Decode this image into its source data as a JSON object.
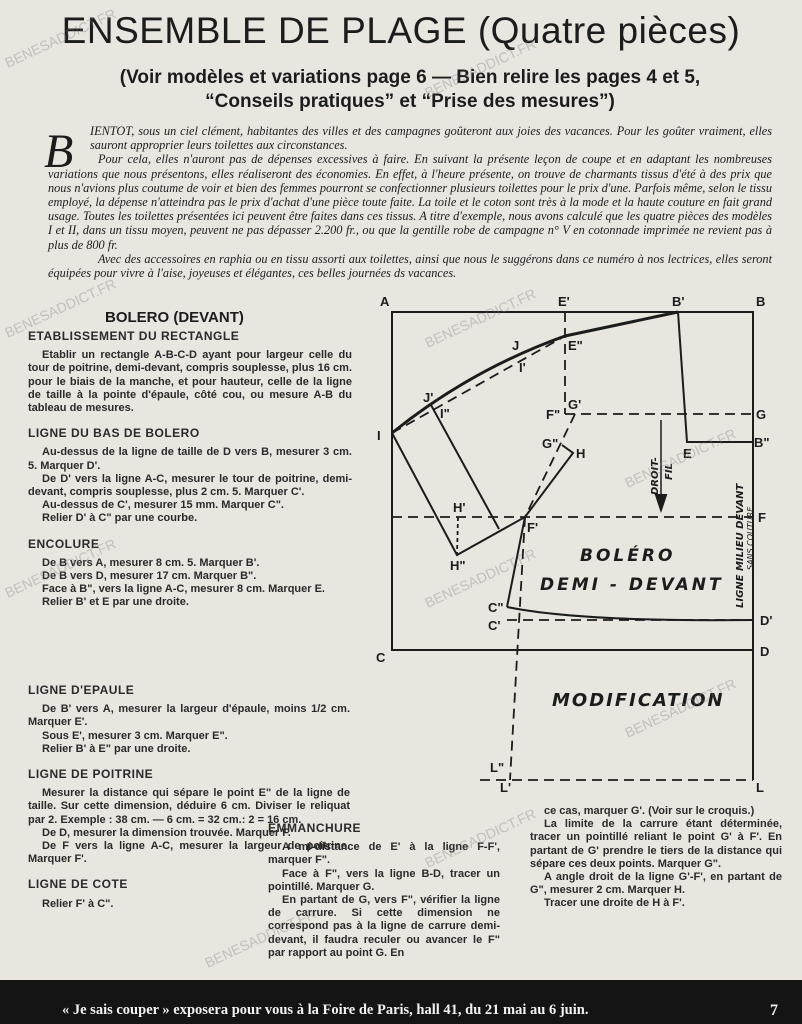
{
  "title": "ENSEMBLE DE PLAGE (Quatre pièces)",
  "subtitle_line1": "(Voir modèles et variations page 6 — Bien relire les pages 4 et 5,",
  "subtitle_line2": "“Conseils pratiques” et “Prise des mesures”)",
  "intro": {
    "dropcap": "B",
    "p1": "IENTOT, sous un ciel clément, habitantes des villes et des campagnes goûteront aux joies des vacances. Pour les goûter vraiment, elles sauront approprier leurs toilettes aux circonstances.",
    "p2": "Pour cela, elles n'auront pas de dépenses excessives à faire. En suivant la présente leçon de coupe et en adaptant les nombreuses variations que nous présentons, elles réaliseront des économies. En effet, à l'heure présente, on trouve de charmants tissus d'été à des prix que nous n'avions plus coutume de voir et bien des femmes pourront se confectionner plusieurs toilettes pour le prix d'une. Parfois même, selon le tissu employé, la dépense n'atteindra pas le prix d'achat d'une pièce toute faite. La toile et le coton sont très à la mode et la haute couture en fait grand usage. Toutes les toilettes présentées ici peuvent être faites dans ces tissus. A titre d'exemple, nous avons calculé que les quatre pièces des modèles I et II, dans un tissu moyen, peuvent ne pas dépasser 2.200 fr., ou que la gentille robe de campagne n° V en cotonnade imprimée ne revient pas à plus de 800 fr.",
    "p3": "Avec des accessoires en raphia ou en tissu assorti aux toilettes, ainsi que nous le suggérons dans ce numéro à nos lectrices, elles seront équipées pour vivre à l'aise, joyeuses et élégantes, ces belles journées ds vacances."
  },
  "section_title": "BOLERO (DEVANT)",
  "sections": [
    {
      "heading": "ETABLISSEMENT DU RECTANGLE",
      "paras": [
        "Etablir un rectangle A-B-C-D ayant pour largeur celle du tour de poitrine, demi-devant, compris souplesse, plus 16 cm. pour le biais de la manche, et pour hauteur, celle de la ligne de taille à la pointe d'épaule, côté cou, ou mesure A-B du tableau de mesures."
      ]
    },
    {
      "heading": "LIGNE DU BAS DE BOLERO",
      "paras": [
        "Au-dessus de la ligne de taille de D vers B, mesurer 3 cm. 5. Marquer D'.",
        "De D' vers la ligne A-C, mesurer le tour de poitrine, demi-devant, compris souplesse, plus 2 cm. 5. Marquer C'.",
        "Au-dessus de C', mesurer 15 mm. Marquer C\".",
        "Relier D' à C\" par une courbe."
      ]
    },
    {
      "heading": "ENCOLURE",
      "paras": [
        "De B vers A, mesurer 8 cm. 5. Marquer B'.",
        "De B vers D, mesurer 17 cm. Marquer B\".",
        "Face à B\", vers la ligne A-C, mesurer 8 cm. Marquer E.",
        "Relier B' et E par une droite."
      ]
    },
    {
      "heading": "LIGNE D'EPAULE",
      "paras": [
        "De B' vers A, mesurer la largeur d'épaule, moins 1/2 cm. Marquer E'.",
        "Sous E', mesurer 3 cm. Marquer E\".",
        "Relier B' à E\" par une droite."
      ]
    },
    {
      "heading": "LIGNE DE POITRINE",
      "paras": [
        "Mesurer la distance qui sépare le point E\" de la ligne de taille. Sur cette dimension, déduire 6 cm. Diviser le reliquat par 2. Exemple : 38 cm. — 6 cm. = 32 cm.: 2 = 16 cm.",
        "De D, mesurer la dimension trouvée. Marquer F.",
        "De F vers la ligne A-C, mesurer la largeur de poitrine. Marquer F'."
      ]
    },
    {
      "heading": "LIGNE DE COTE",
      "paras": [
        "Relier F' à C\"."
      ]
    },
    {
      "heading": "EMMANCHURE",
      "paras": [
        "A mi-distance de E' à la ligne F-F', marquer F\".",
        "Face à F\", vers la ligne B-D, tracer un pointillé. Marquer G.",
        "En partant de G, vers F\", vérifier la ligne de carrure. Si cette dimension ne correspond pas à la ligne de carrure demi-devant, il faudra reculer ou avancer le F\" par rapport au point G. En"
      ]
    },
    {
      "heading": "",
      "paras": [
        "ce cas, marquer G'. (Voir sur le croquis.)",
        "La limite de la carrure étant déterminée, tracer un pointillé reliant le point G' à F'. En partant de G' prendre le tiers de la distance qui sépare ces deux points. Marquer G\".",
        "A angle droit de la ligne G'-F', en partant de G\", mesurer 2 cm. Marquer H.",
        "Tracer une droite de H à F'."
      ]
    }
  ],
  "diagram": {
    "points": {
      "A": "A",
      "B": "B",
      "C": "C",
      "D": "D",
      "E1": "E'",
      "B1": "B'",
      "E2": "E\"",
      "J": "J",
      "I1": "I'",
      "J1": "J'",
      "I2": "I\"",
      "I": "I",
      "F2": "F\"",
      "G1": "G'",
      "G": "G",
      "B2": "B\"",
      "E": "E",
      "G2": "G\"",
      "H": "H",
      "H1": "H'",
      "H2": "H\"",
      "F1": "F'",
      "F": "F",
      "C2": "C\"",
      "C1": "C'",
      "D1": "D'",
      "L2": "L\"",
      "L1": "L'",
      "L": "L"
    },
    "grain_label_1": "DROIT-",
    "grain_label_2": "FIL",
    "center_label_1": "LIGNE MILIEU DEVANT",
    "center_label_2": "SANS COUTURE",
    "piece_label_1": "BOLÉRO",
    "piece_label_2": "DEMI - DEVANT",
    "modification_label": "MODIFICATION"
  },
  "footer": {
    "text": "« Je sais couper » exposera pour vous à la Foire de Paris, hall 41, du 21 mai au 6 juin.",
    "page": "7"
  },
  "watermark": "BENESADDICT.FR"
}
